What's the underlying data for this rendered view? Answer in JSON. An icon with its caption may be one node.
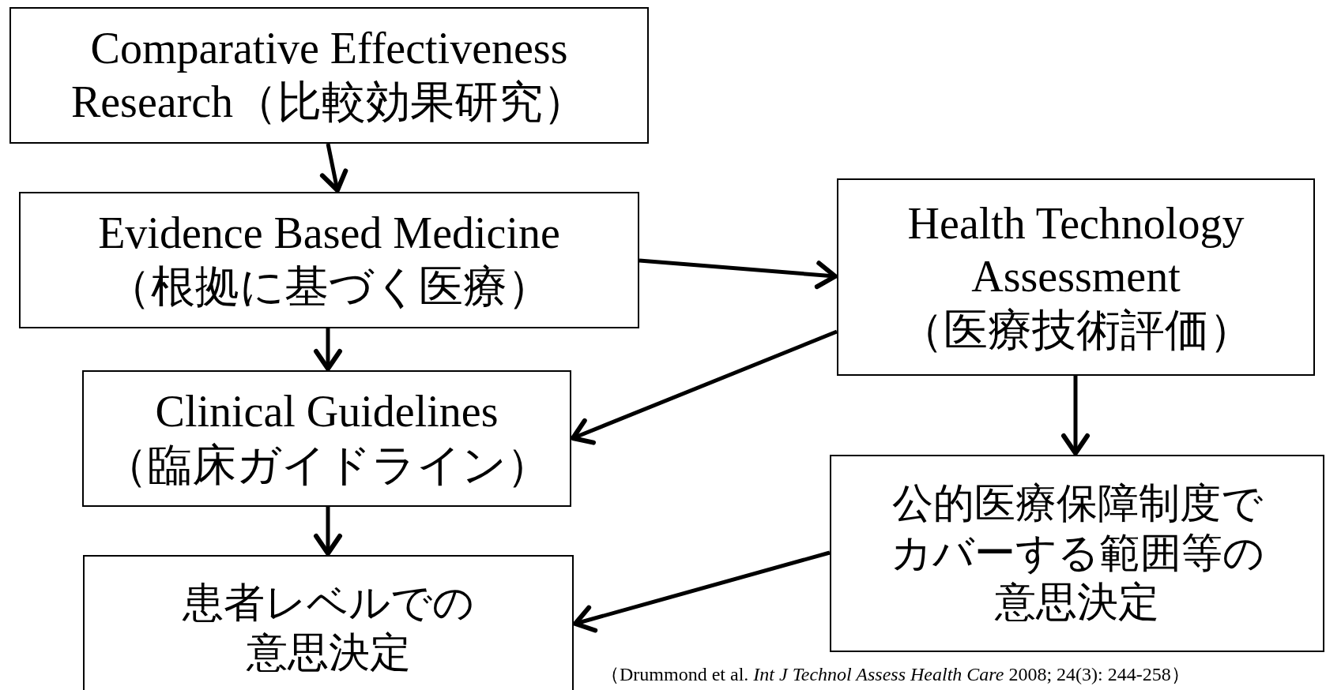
{
  "diagram": {
    "nodes": [
      {
        "text": [
          "Comparative Effectiveness Research（比較効果研究）"
        ]
      },
      {
        "text": [
          "Evidence Based Medicine",
          "（根拠に基づく医療）"
        ]
      },
      {
        "text": [
          "Health Technology Assessment",
          "（医療技術評価）"
        ]
      },
      {
        "text": [
          "Clinical Guidelines",
          "（臨床ガイドライン）"
        ]
      },
      {
        "text": [
          "公的医療保障制度でカバーする範囲等の意思決定"
        ]
      },
      {
        "text": [
          "患者レベルでの意思決定"
        ]
      }
    ],
    "edges": [
      {
        "from": 0,
        "to": 1,
        "arrow": "to"
      },
      {
        "from": 1,
        "to": 2,
        "arrow": "to"
      },
      {
        "from": 1,
        "to": 3,
        "arrow": "to"
      },
      {
        "from": 2,
        "to": 3,
        "arrow": "to"
      },
      {
        "from": 2,
        "to": 4,
        "arrow": "to"
      },
      {
        "from": 3,
        "to": 5,
        "arrow": "to"
      },
      {
        "from": 4,
        "to": 5,
        "arrow": "to"
      }
    ],
    "labels": [
      "（Drummond et al. *Int J Technol Assess Health Care* 2008; 24(3): 244-258）"
    ]
  }
}
